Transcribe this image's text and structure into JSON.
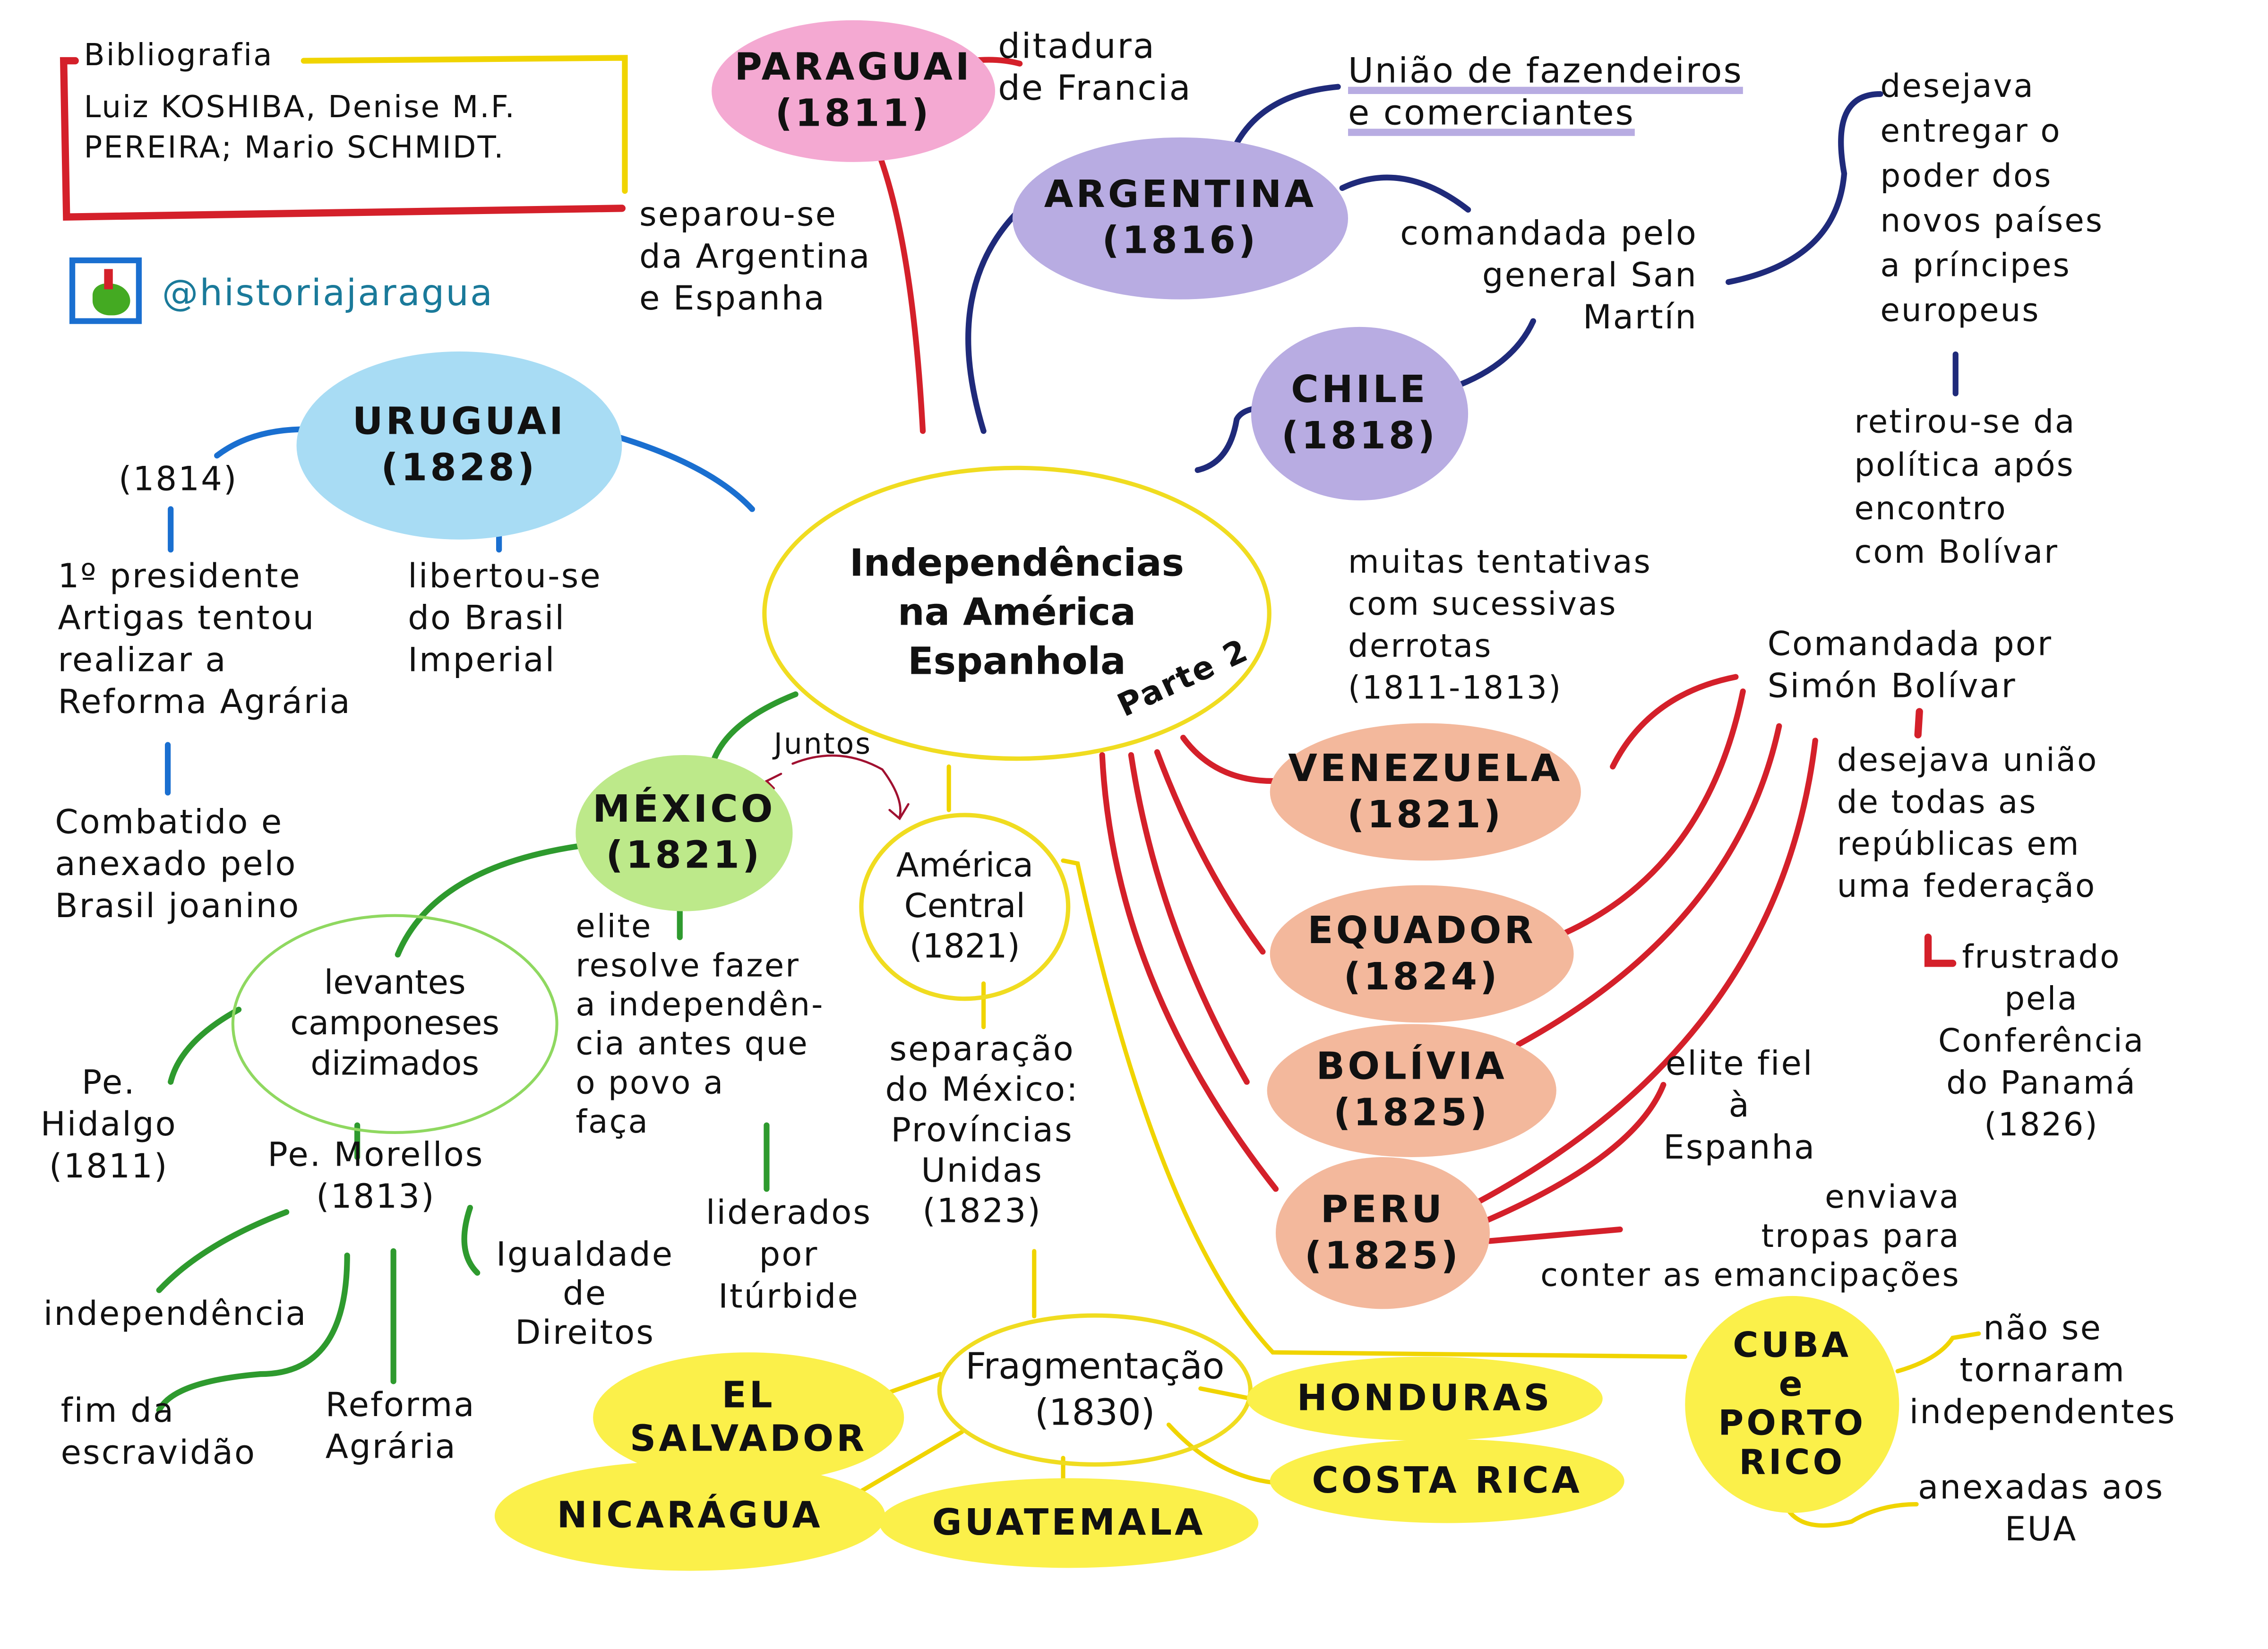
{
  "colors": {
    "paraguai": "#f4a9d2",
    "argentina": "#b8ace2",
    "uruguai": "#a8dcf4",
    "mexico": "#bde98a",
    "andean": "#f3b89c",
    "central": "#fbf04a",
    "center_ring": "#f0dc20",
    "red_lines": "#d4202a",
    "blue_lines": "#1f2a7a",
    "green_lines": "#2e9a2e"
  },
  "bibliography": {
    "title": "Bibliografia",
    "text": "Luiz KOSHIBA, Denise M.F.\nPEREIRA; Mario SCHMIDT."
  },
  "brand": {
    "handle": "@historiajaragua",
    "logo_icon": "hand-logo-icon"
  },
  "center": {
    "title": "Independências\nna América\nEspanhola",
    "part": "Parte 2"
  },
  "paraguai": {
    "name": "PARAGUAI\n(1811)",
    "note1": "ditadura\nde Francia",
    "note2": "separou-se\nda Argentina\ne Espanha"
  },
  "argentina": {
    "name": "ARGENTINA\n(1816)",
    "note1": "União de fazendeiros\ne comerciantes",
    "note2": "comandada pelo\ngeneral San\nMartín"
  },
  "chile": {
    "name": "CHILE\n(1818)"
  },
  "san_martin": {
    "note1": "desejava\nentregar o\npoder dos\nnovos países\na príncipes\neuropeus",
    "note2": "retirou-se da\npolítica após\nencontro\ncom Bolívar"
  },
  "uruguai": {
    "name": "URUGUAI\n(1828)",
    "year": "(1814)",
    "note1": "1º presidente\nArtigas tentou\nrealizar a\nReforma Agrária",
    "note2": "libertou-se\ndo Brasil\nImperial",
    "note3": "Combatido e\nanexado pelo\nBrasil joanino"
  },
  "bolivar": {
    "note1": "muitas tentativas\ncom sucessivas\nderrotas\n(1811-1813)",
    "note2": "Comandada por\nSimón Bolívar",
    "note3": "desejava união\nde todas as\nrepúblicas em\numa federação",
    "note4": "frustrado\npela\nConferência\ndo Panamá\n(1826)"
  },
  "andean": [
    {
      "name": "VENEZUELA\n(1821)"
    },
    {
      "name": "EQUADOR\n(1824)"
    },
    {
      "name": "BOLÍVIA\n(1825)"
    },
    {
      "name": "PERU\n(1825)"
    }
  ],
  "peru": {
    "note1": "elite fiel\nà\nEspanha",
    "note2": "enviava\ntropas para\nconter as emancipações"
  },
  "mexico": {
    "name": "MÉXICO\n(1821)",
    "together": "Juntos",
    "levantes": "levantes\ncamponeses\ndizimados",
    "hidalgo": "Pe.\nHidalgo\n(1811)",
    "morellos": "Pe. Morellos\n(1813)",
    "independencia": "independência",
    "escravidao": "fim da\nescravidão",
    "reforma": "Reforma\nAgrária",
    "igualdade": "Igualdade\nde\nDireitos",
    "elite": "elite\nresolve fazer\na independên-\ncia antes que\no povo a\nfaça",
    "iturbide": "liderados\npor\nItúrbide"
  },
  "america_central": {
    "name": "América\nCentral\n(1821)",
    "separacao": "separação\ndo México:\nProvíncias\nUnidas\n(1823)",
    "fragmentacao": "Fragmentação\n(1830)"
  },
  "countries": {
    "el_salvador": "EL\nSALVADOR",
    "nicaragua": "NICARÁGUA",
    "guatemala": "GUATEMALA",
    "honduras": "HONDURAS",
    "costa_rica": "COSTA RICA"
  },
  "caribe": {
    "name": "CUBA\ne\nPORTO\nRICO",
    "note1": "não se\ntornaram\nindependentes",
    "note2": "anexadas aos\nEUA"
  }
}
